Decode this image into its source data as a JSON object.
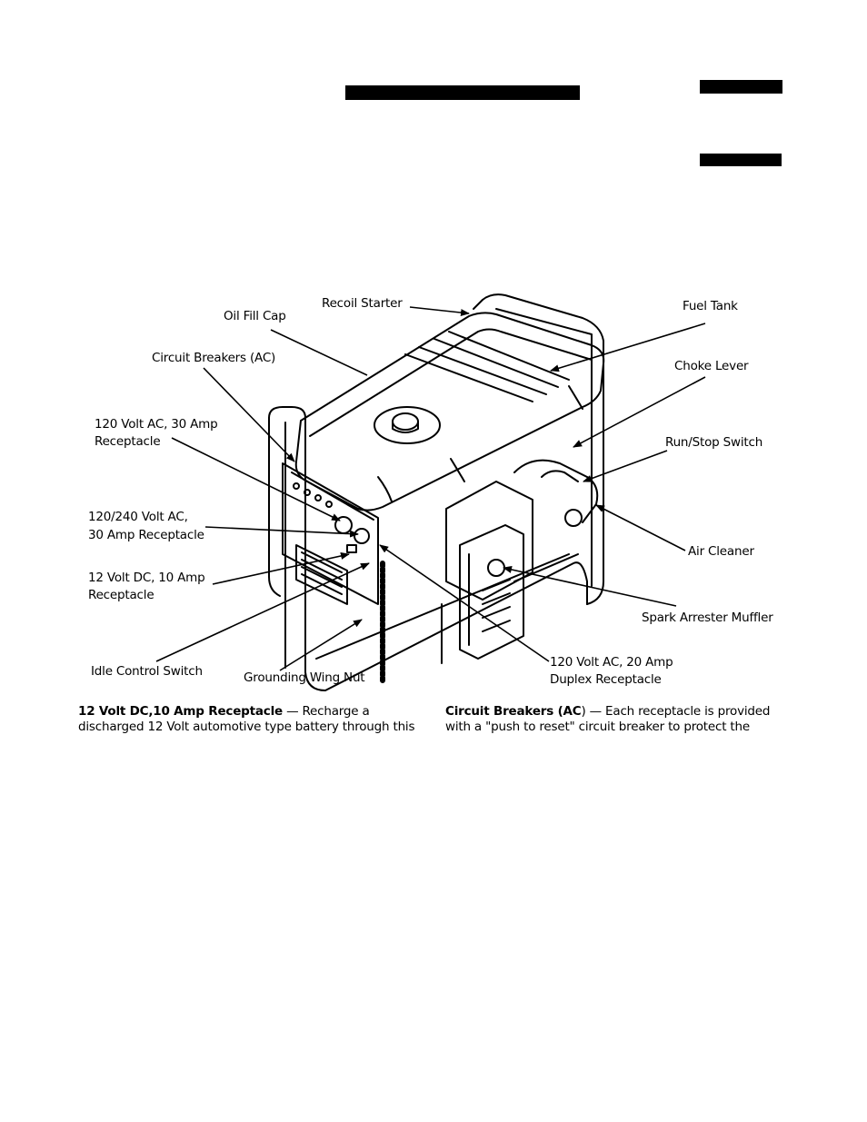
{
  "figure": {
    "labels": {
      "recoil_starter": "Recoil Starter",
      "oil_fill_cap": "Oil Fill Cap",
      "fuel_tank": "Fuel Tank",
      "circuit_breakers": "Circuit Breakers (AC)",
      "choke_lever": "Choke Lever",
      "recept_30_l1": "120 Volt AC, 30 Amp",
      "recept_30_l2": "Receptacle",
      "run_stop": "Run/Stop Switch",
      "recept_240_l1": "120/240 Volt AC,",
      "recept_240_l2": "30 Amp Receptacle",
      "air_cleaner": "Air Cleaner",
      "dc_l1": "12 Volt DC, 10 Amp",
      "dc_l2": "Receptacle",
      "muffler": "Spark Arrester Muffler",
      "idle_control": "Idle Control Switch",
      "grounding": "Grounding Wing Nut",
      "duplex_l1": "120 Volt AC, 20 Amp",
      "duplex_l2": "Duplex Receptacle"
    }
  },
  "text": {
    "left_heading": "12 Volt DC,10 Amp Receptacle",
    "left_line1_rest": " — Recharge a",
    "left_line2": "discharged 12 Volt automotive type battery through this",
    "right_heading": "Circuit Breakers (AC",
    "right_line1_rest": ") — Each receptacle is provided",
    "right_line2": "with a \"push to reset\" circuit breaker to protect the"
  }
}
